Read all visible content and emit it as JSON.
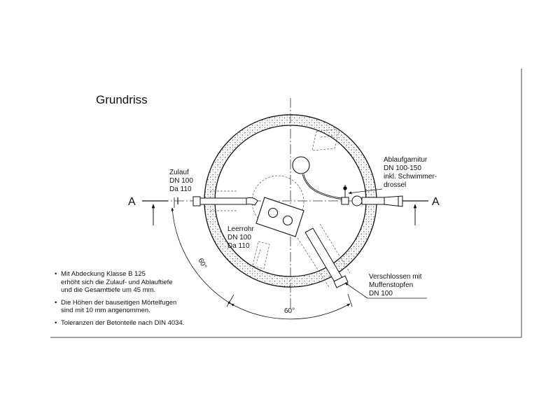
{
  "title": "Grundriss",
  "section_marker": "A",
  "labels": {
    "zulauf": [
      "Zulauf",
      "DN 100",
      "Da 110"
    ],
    "ablauf": [
      "Ablaufgarnitur",
      "DN 100-150",
      "inkl. Schwimmer-",
      "drossel"
    ],
    "leerrohr": [
      "Leerrohr",
      "DN 100",
      "Da 110"
    ],
    "verschlossen": [
      "Verschlossen mit",
      "Muffenstopfen",
      "DN 100"
    ]
  },
  "angles": {
    "left": "60°",
    "bottom": "60°"
  },
  "notes": [
    "Mit Abdeckung Klasse B 125\nerhöht sich die Zulauf- und Ablauftiefe\nund die Gesamttiefe um 45 mm.",
    "Die Höhen der bauseitigen Mörtelfugen\nsind mit 10 mm angenommen.",
    "Toleranzen der Betonteile nach DIN 4034."
  ]
}
